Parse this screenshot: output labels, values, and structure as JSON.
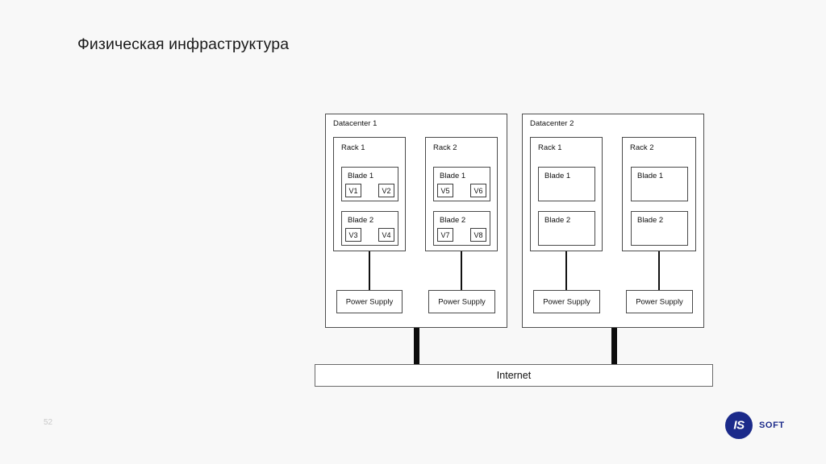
{
  "slide": {
    "title": "Физическая инфраструктура",
    "page_number": "52",
    "background_color": "#f8f8f8"
  },
  "logo": {
    "mark_text": "IS",
    "word_text": "SOFT",
    "brand_color": "#1b2a8a"
  },
  "diagram": {
    "type": "physical-infrastructure",
    "internet": {
      "label": "Internet"
    },
    "datacenters": [
      {
        "label": "Datacenter 1",
        "racks": [
          {
            "label": "Rack 1",
            "blades": [
              {
                "label": "Blade 1",
                "vms": [
                  "V1",
                  "V2"
                ]
              },
              {
                "label": "Blade 2",
                "vms": [
                  "V3",
                  "V4"
                ]
              }
            ],
            "power_supply": {
              "label": "Power Supply"
            }
          },
          {
            "label": "Rack 2",
            "blades": [
              {
                "label": "Blade 1",
                "vms": [
                  "V5",
                  "V6"
                ]
              },
              {
                "label": "Blade 2",
                "vms": [
                  "V7",
                  "V8"
                ]
              }
            ],
            "power_supply": {
              "label": "Power Supply"
            }
          }
        ]
      },
      {
        "label": "Datacenter 2",
        "racks": [
          {
            "label": "Rack 1",
            "blades": [
              {
                "label": "Blade 1",
                "vms": []
              },
              {
                "label": "Blade 2",
                "vms": []
              }
            ],
            "power_supply": {
              "label": "Power Supply"
            }
          },
          {
            "label": "Rack 2",
            "blades": [
              {
                "label": "Blade 1",
                "vms": []
              },
              {
                "label": "Blade 2",
                "vms": []
              }
            ],
            "power_supply": {
              "label": "Power Supply"
            }
          }
        ]
      }
    ]
  }
}
